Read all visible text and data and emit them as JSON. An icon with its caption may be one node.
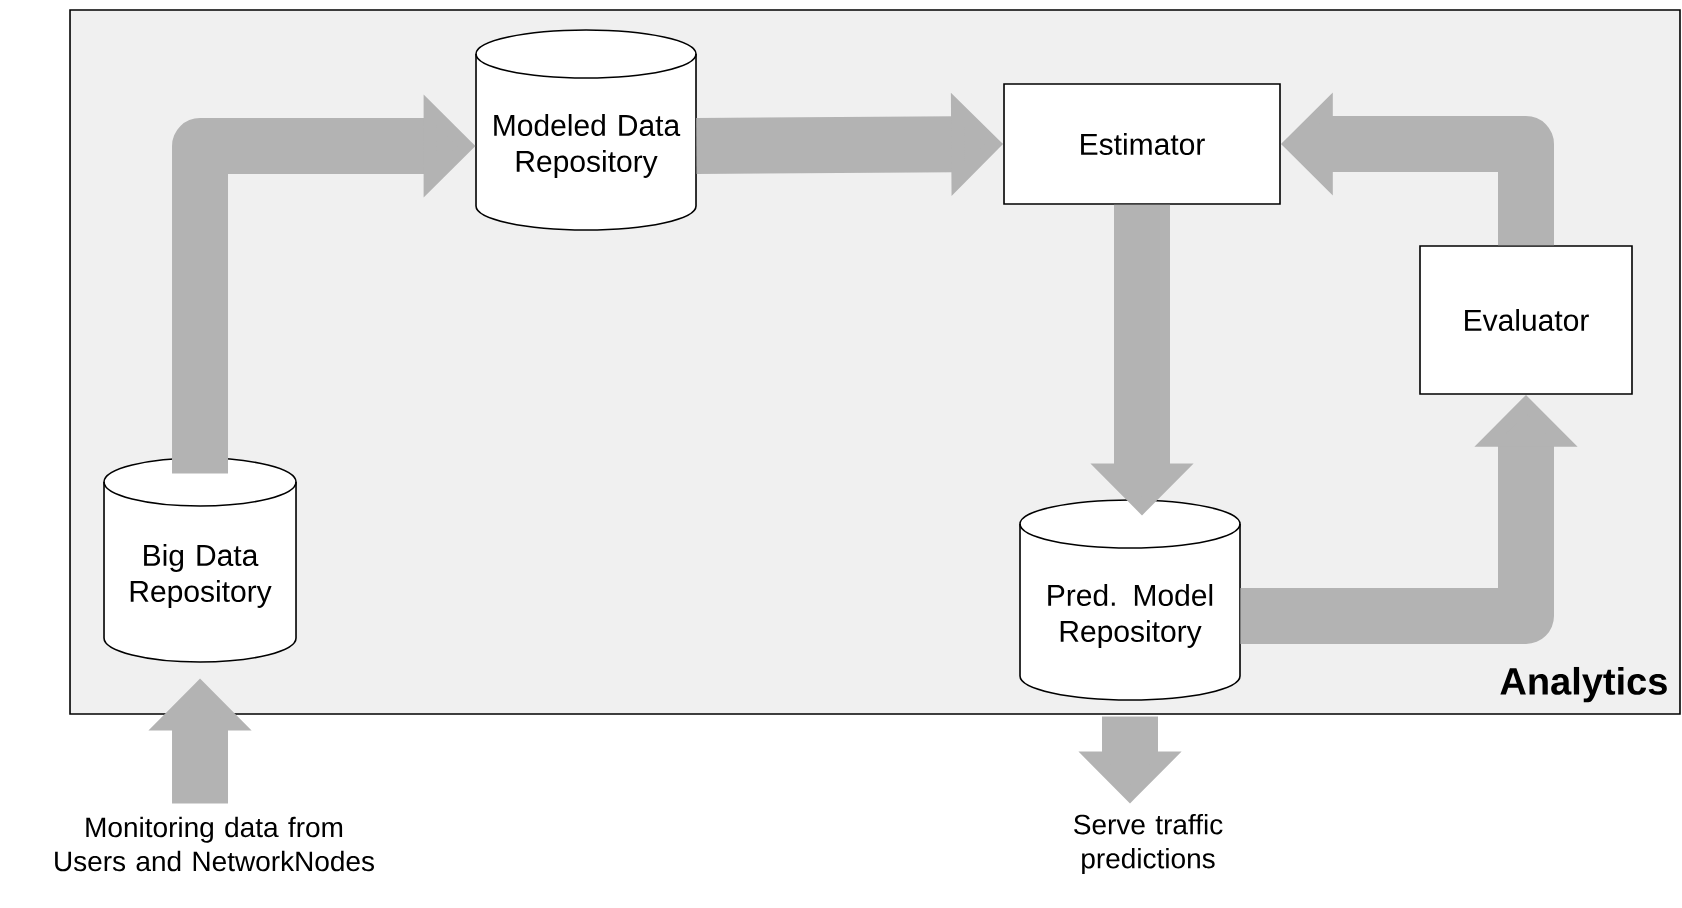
{
  "diagram": {
    "nodes": [
      {
        "text": [
          "Analytics"
        ]
      },
      {
        "text": [
          "Big Data Repository"
        ],
        "in": 0
      },
      {
        "text": [
          "Modeled Data Repository"
        ],
        "in": 0
      },
      {
        "text": [
          "Estimator"
        ],
        "in": 0
      },
      {
        "text": [
          "Evaluator"
        ],
        "in": 0
      },
      {
        "text": [
          "Pred. Model Repository"
        ],
        "in": 0
      },
      {
        "text": [
          "Monitoring data from Users and NetworkNodes"
        ]
      },
      {
        "text": [
          "Serve traffic predictions"
        ]
      }
    ],
    "edges": [
      {
        "from": 6,
        "to": 1,
        "arrow": "to"
      },
      {
        "from": 1,
        "to": 2,
        "arrow": "to"
      },
      {
        "from": 2,
        "to": 3,
        "arrow": "to"
      },
      {
        "from": 3,
        "to": 5,
        "arrow": "to"
      },
      {
        "from": 5,
        "to": 4,
        "arrow": "to"
      },
      {
        "from": 4,
        "to": 3,
        "arrow": "to"
      },
      {
        "from": 5,
        "to": 7,
        "arrow": "to"
      }
    ]
  }
}
